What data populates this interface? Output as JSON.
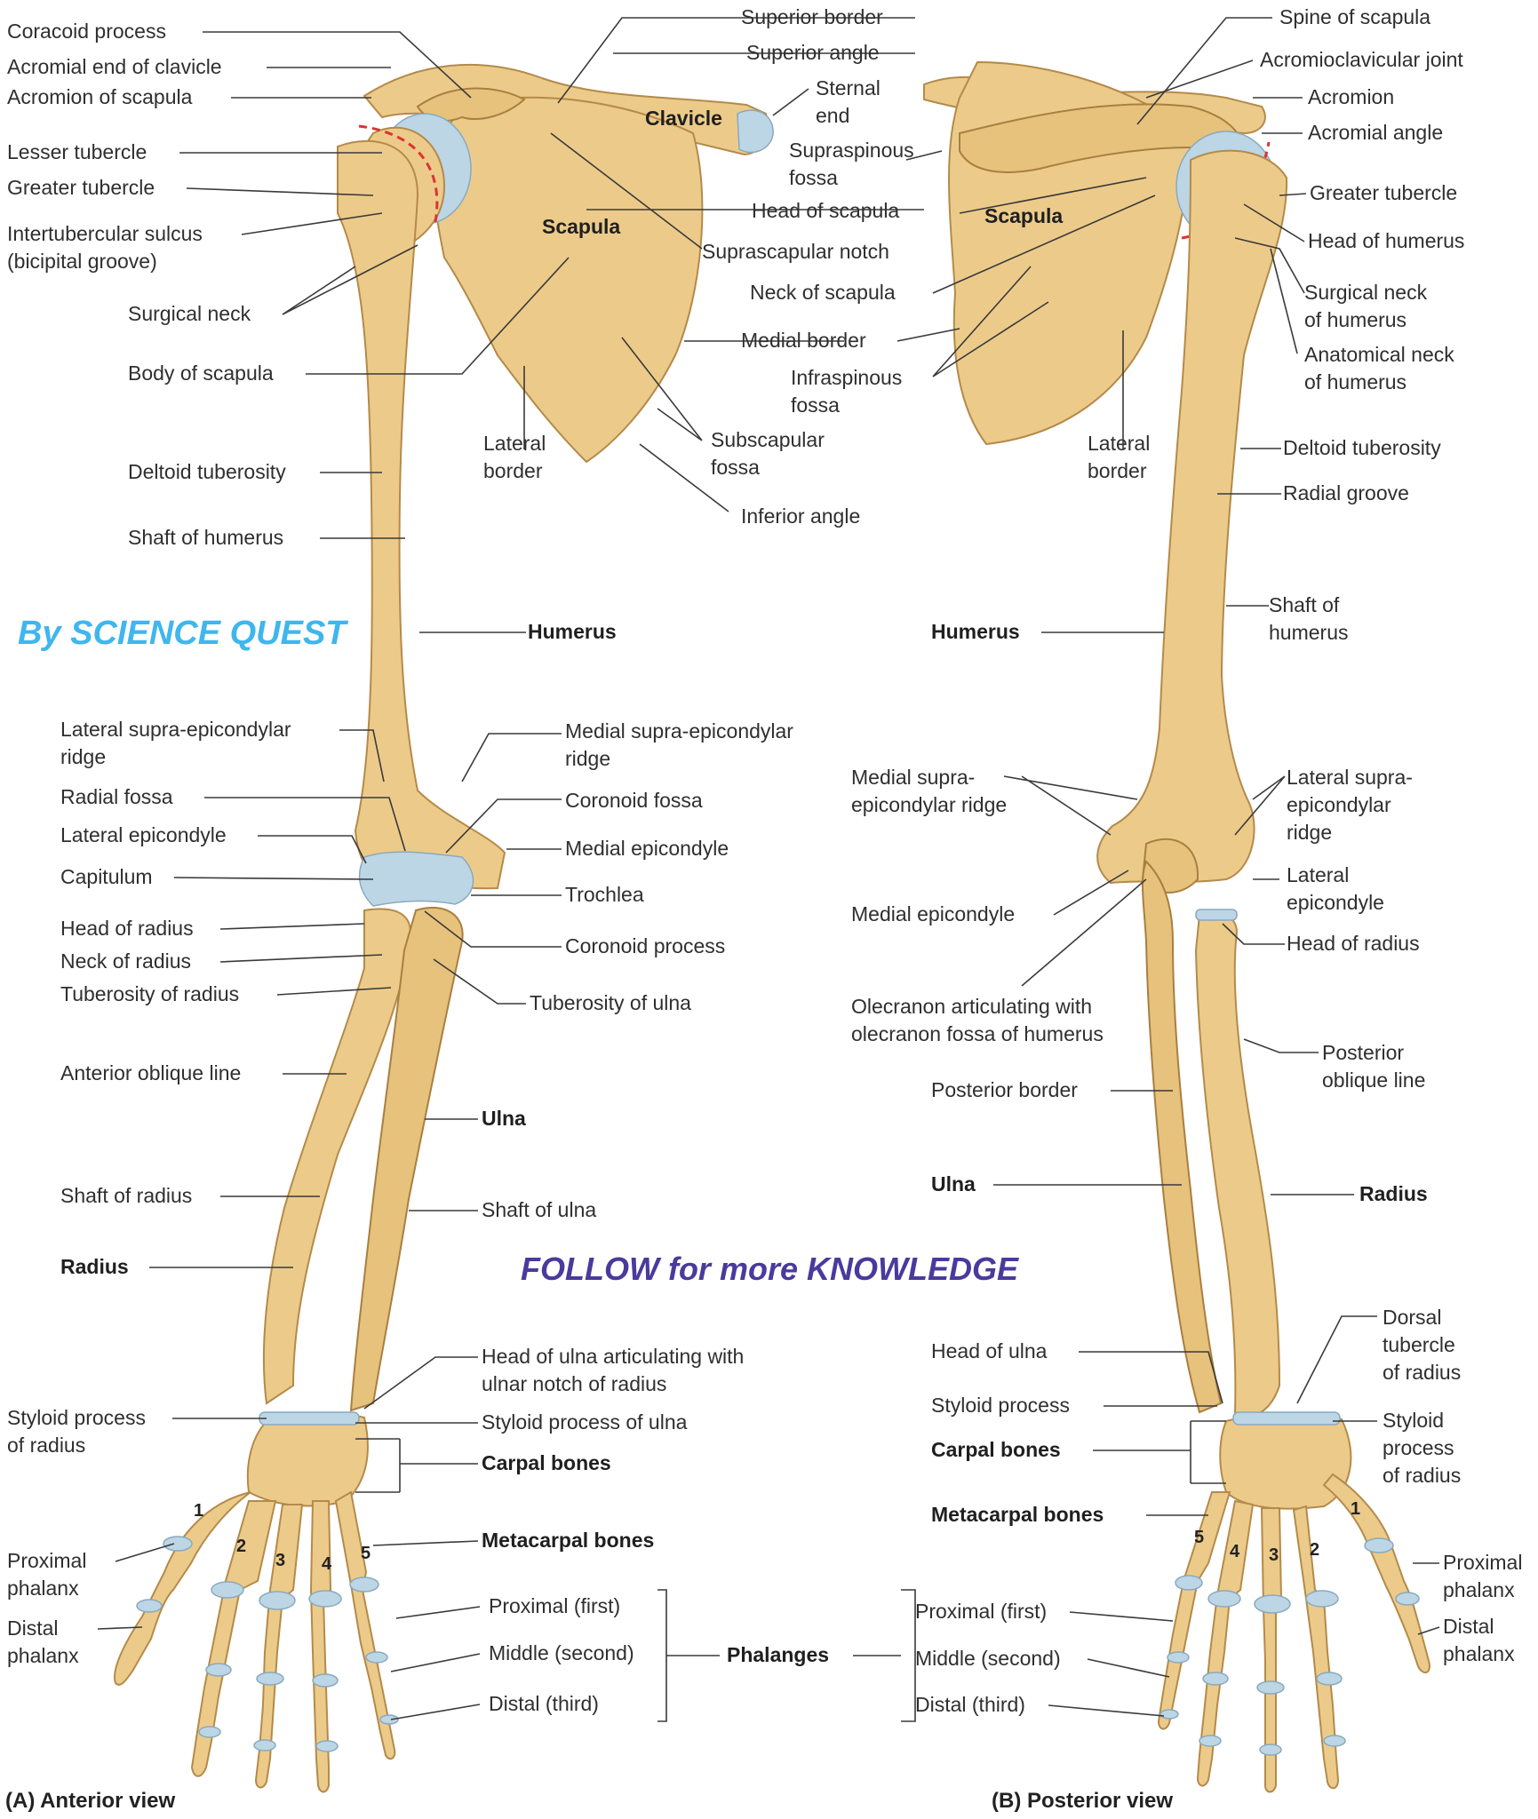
{
  "watermark": {
    "top": "By SCIENCE QUEST",
    "middle": "FOLLOW for more KNOWLEDGE"
  },
  "captions": {
    "anterior": "(A) Anterior view",
    "posterior": "(B) Posterior view"
  },
  "colors": {
    "bone": "#eccb8a",
    "cartilage": "#bcd6e6",
    "watermark_top": "#3fb6ee",
    "watermark_middle": "#4a3a9c"
  },
  "anterior": {
    "labels": {
      "coracoid_process": "Coracoid process",
      "acromial_end_of_clavicle": "Acromial end of clavicle",
      "acromion_of_scapula": "Acromion of scapula",
      "lesser_tubercle": "Lesser tubercle",
      "greater_tubercle": "Greater tubercle",
      "intertubercular_sulcus": "Intertubercular sulcus\n(bicipital groove)",
      "surgical_neck": "Surgical neck",
      "body_of_scapula": "Body of scapula",
      "deltoid_tuberosity": "Deltoid tuberosity",
      "shaft_of_humerus": "Shaft of humerus",
      "lateral_supra_epicondylar_ridge": "Lateral supra-epicondylar\nridge",
      "radial_fossa": "Radial fossa",
      "lateral_epicondyle": "Lateral epicondyle",
      "capitulum": "Capitulum",
      "head_of_radius": "Head of radius",
      "neck_of_radius": "Neck of radius",
      "tuberosity_of_radius": "Tuberosity of radius",
      "anterior_oblique_line": "Anterior oblique line",
      "shaft_of_radius": "Shaft of radius",
      "radius": "Radius",
      "styloid_process_of_radius": "Styloid process\nof radius",
      "proximal_phalanx": "Proximal\nphalanx",
      "distal_phalanx": "Distal\nphalanx",
      "superior_border": "Superior border",
      "superior_angle": "Superior angle",
      "clavicle": "Clavicle",
      "scapula": "Scapula",
      "sternal_end": "Sternal\nend",
      "supraspinous_fossa": "Supraspinous\nfossa",
      "head_of_scapula": "Head of scapula",
      "suprascapular_notch": "Suprascapular notch",
      "lateral_border": "Lateral\nborder",
      "subscapular_fossa": "Subscapular\nfossa",
      "inferior_angle": "Inferior angle",
      "humerus": "Humerus",
      "medial_supra_epicondylar_ridge": "Medial supra-epicondylar\nridge",
      "coronoid_fossa": "Coronoid fossa",
      "medial_epicondyle": "Medial epicondyle",
      "trochlea": "Trochlea",
      "coronoid_process": "Coronoid process",
      "tuberosity_of_ulna": "Tuberosity of ulna",
      "ulna": "Ulna",
      "shaft_of_ulna": "Shaft of ulna",
      "head_of_ulna": "Head of ulna articulating with\nulnar notch of radius",
      "styloid_process_of_ulna": "Styloid process of ulna",
      "carpal_bones": "Carpal bones",
      "metacarpal_bones": "Metacarpal bones",
      "proximal_first": "Proximal (first)",
      "middle_second": "Middle (second)",
      "distal_third": "Distal (third)",
      "phalanges": "Phalanges"
    },
    "digit_numbers": [
      "1",
      "2",
      "3",
      "4",
      "5"
    ]
  },
  "posterior": {
    "labels": {
      "spine_of_scapula": "Spine of scapula",
      "acromioclavicular_joint": "Acromioclavicular joint",
      "acromion": "Acromion",
      "acromial_angle": "Acromial angle",
      "scapula": "Scapula",
      "neck_of_scapula": "Neck of scapula",
      "medial_border": "Medial border",
      "infraspinous_fossa": "Infraspinous\nfossa",
      "greater_tubercle": "Greater tubercle",
      "head_of_humerus": "Head of humerus",
      "surgical_neck_of_humerus": "Surgical neck\nof humerus",
      "anatomical_neck_of_humerus": "Anatomical neck\nof humerus",
      "lateral_border": "Lateral\nborder",
      "deltoid_tuberosity": "Deltoid tuberosity",
      "radial_groove": "Radial groove",
      "shaft_of_humerus": "Shaft of\nhumerus",
      "humerus": "Humerus",
      "medial_supra_epicondylar_ridge": "Medial supra-\nepicondylar ridge",
      "lateral_supra_epicondylar_ridge": "Lateral supra-\nepicondylar\nridge",
      "lateral_epicondyle": "Lateral\nepicondyle",
      "medial_epicondyle": "Medial epicondyle",
      "head_of_radius": "Head of radius",
      "olecranon": "Olecranon articulating with\nolecranon fossa of humerus",
      "posterior_border": "Posterior border",
      "posterior_oblique_line": "Posterior\noblique line",
      "ulna": "Ulna",
      "radius": "Radius",
      "head_of_ulna": "Head of ulna",
      "dorsal_tubercle_of_radius": "Dorsal\ntubercle\nof radius",
      "styloid_process": "Styloid process",
      "styloid_process_of_radius": "Styloid\nprocess\nof radius",
      "carpal_bones": "Carpal bones",
      "metacarpal_bones": "Metacarpal bones",
      "proximal_phalanx": "Proximal\nphalanx",
      "distal_phalanx": "Distal\nphalanx",
      "proximal_first": "Proximal (first)",
      "middle_second": "Middle (second)",
      "distal_third": "Distal (third)"
    },
    "digit_numbers": [
      "1",
      "2",
      "3",
      "4",
      "5"
    ]
  }
}
